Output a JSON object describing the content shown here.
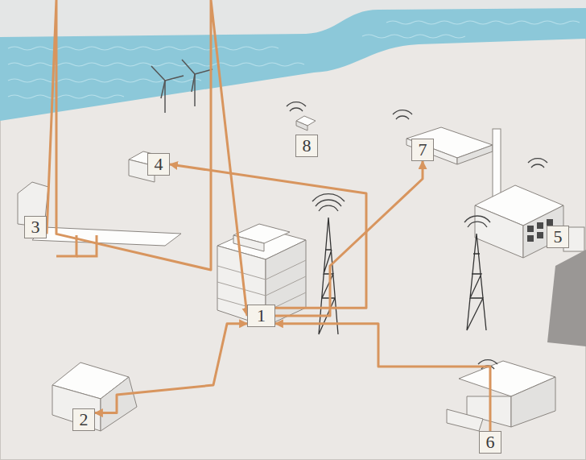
{
  "diagram": {
    "nodes": [
      {
        "text": [
          "1"
        ]
      },
      {
        "text": [
          "2"
        ]
      },
      {
        "text": [
          "3"
        ]
      },
      {
        "text": [
          "4"
        ]
      },
      {
        "text": [
          "5"
        ]
      },
      {
        "text": [
          "6"
        ]
      },
      {
        "text": [
          "7"
        ]
      },
      {
        "text": [
          "8"
        ]
      }
    ],
    "edges": [
      {
        "from": 2,
        "to": 0,
        "arrow": "to"
      },
      {
        "from": 0,
        "to": 3,
        "arrow": "to"
      },
      {
        "from": 0,
        "to": 6,
        "arrow": "to"
      },
      {
        "from": 1,
        "to": 0,
        "arrow": "both"
      },
      {
        "from": 5,
        "to": 0,
        "arrow": "to"
      }
    ]
  }
}
